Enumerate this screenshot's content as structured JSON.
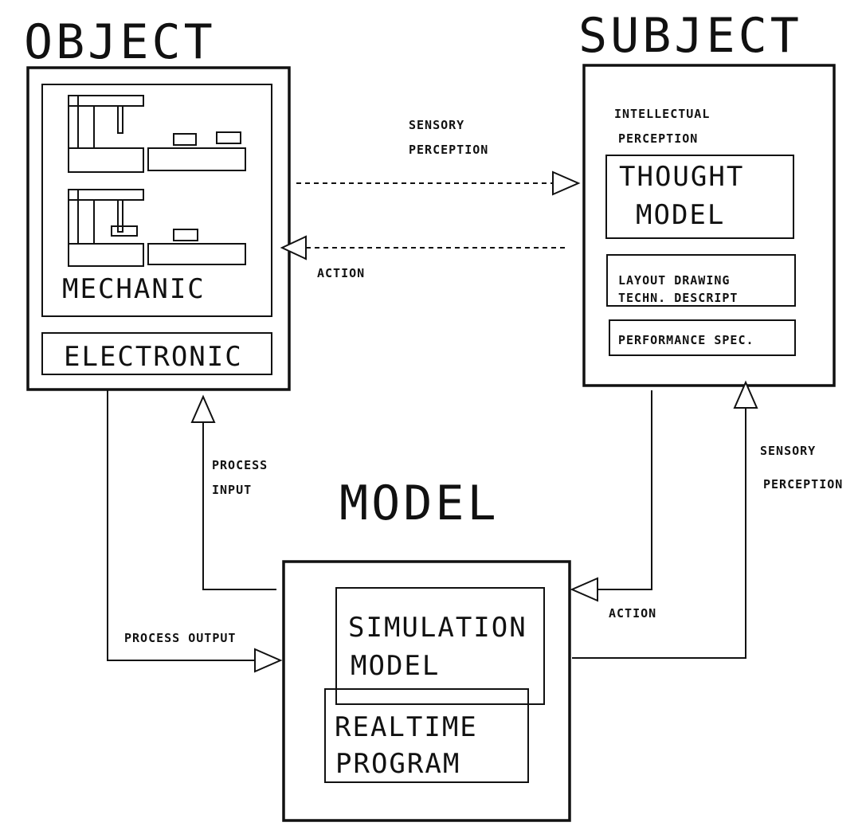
{
  "sections": {
    "object": "OBJECT",
    "subject": "SUBJECT",
    "model": "MODEL"
  },
  "object_box": {
    "mechanic": "MECHANIC",
    "electronic": "ELECTRONIC"
  },
  "subject_box": {
    "perception_line1": "INTELLECTUAL",
    "perception_line2": "PERCEPTION",
    "thought_line1": "THOUGHT",
    "thought_line2": "MODEL",
    "layout_line1": "LAYOUT DRAWING",
    "layout_line2": "TECHN. DESCRIPT",
    "performance": "PERFORMANCE SPEC."
  },
  "model_box": {
    "simulation_line1": "SIMULATION",
    "simulation_line2": "MODEL",
    "realtime_line1": "REALTIME",
    "realtime_line2": "PROGRAM"
  },
  "arrows": {
    "sensory_top_line1": "SENSORY",
    "sensory_top_line2": "PERCEPTION",
    "action_top": "ACTION",
    "process_input_line1": "PROCESS",
    "process_input_line2": "INPUT",
    "process_output": "PROCESS OUTPUT",
    "action_bottom": "ACTION",
    "sensory_right_line1": "SENSORY",
    "sensory_right_line2": "PERCEPTION"
  }
}
